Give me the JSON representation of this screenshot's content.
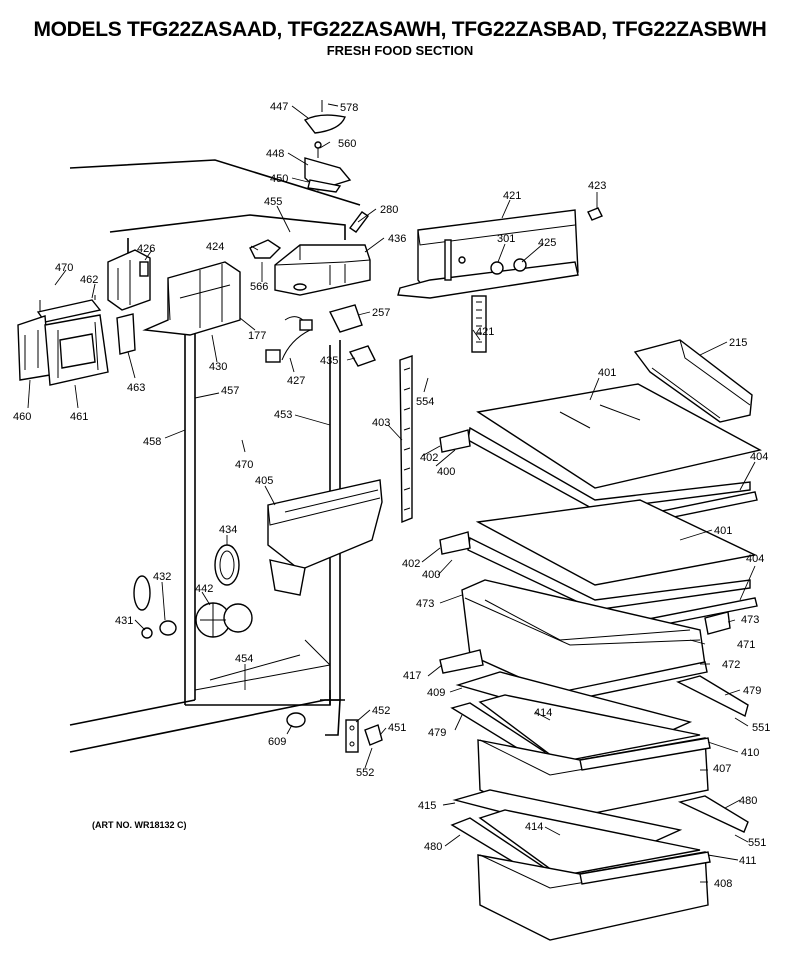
{
  "header": {
    "title": "MODELS TFG22ZASAAD, TFG22ZASAWH, TFG22ZASBAD, TFG22ZASBWH",
    "subtitle": "FRESH FOOD SECTION"
  },
  "art_number": "(ART NO. WR18132 C)",
  "labels": {
    "p447": "447",
    "p578": "578",
    "p560": "560",
    "p448": "448",
    "p450": "450",
    "p455": "455",
    "p280": "280",
    "p421a": "421",
    "p423": "423",
    "p424": "424",
    "p426": "426",
    "p436": "436",
    "p301": "301",
    "p425": "425",
    "p470a": "470",
    "p462": "462",
    "p566": "566",
    "p257": "257",
    "p421b": "421",
    "p177": "177",
    "p430": "430",
    "p435": "435",
    "p427": "427",
    "p215": "215",
    "p463": "463",
    "p460": "460",
    "p461": "461",
    "p457": "457",
    "p554": "554",
    "p401a": "401",
    "p453": "453",
    "p403": "403",
    "p458": "458",
    "p402a": "402",
    "p400a": "400",
    "p470b": "470",
    "p404a": "404",
    "p405": "405",
    "p401b": "401",
    "p434": "434",
    "p402b": "402",
    "p400b": "400",
    "p404b": "404",
    "p432": "432",
    "p442": "442",
    "p473a": "473",
    "p473b": "473",
    "p431": "431",
    "p471": "471",
    "p454": "454",
    "p417": "417",
    "p472": "472",
    "p479a": "479",
    "p409": "409",
    "p452": "452",
    "p414a": "414",
    "p551a": "551",
    "p479b": "479",
    "p451": "451",
    "p609": "609",
    "p410": "410",
    "p552": "552",
    "p407": "407",
    "p480a": "480",
    "p415": "415",
    "p414b": "414",
    "p551b": "551",
    "p480b": "480",
    "p411": "411",
    "p408": "408"
  }
}
